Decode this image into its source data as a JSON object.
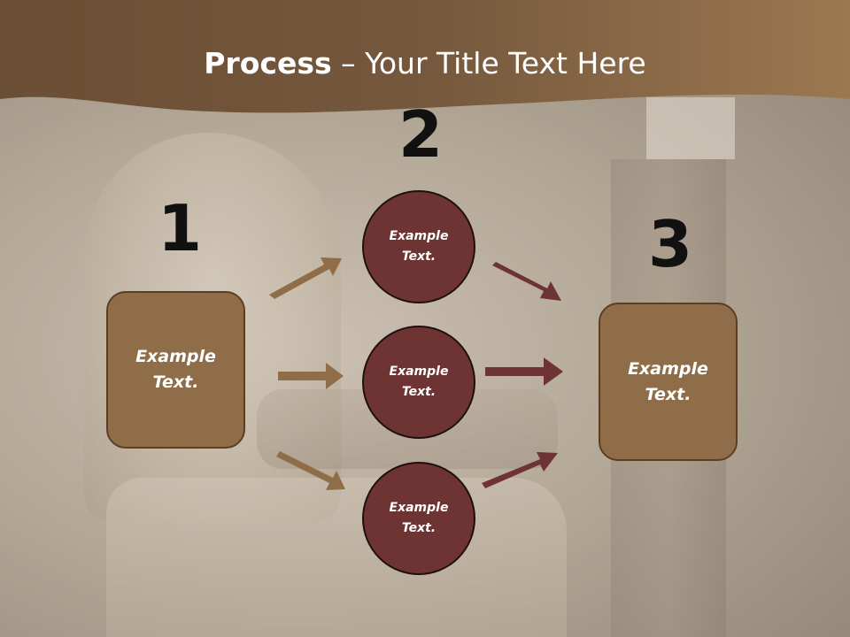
{
  "slide": {
    "title_bold": "Process",
    "title_rest": " – Your Title Text Here"
  },
  "steps": [
    {
      "number": "1",
      "box_line1": "Example",
      "box_line2": "Text."
    },
    {
      "number": "2"
    },
    {
      "number": "3",
      "box_line1": "Example",
      "box_line2": "Text."
    }
  ],
  "circles": [
    {
      "line1": "Example",
      "line2": "Text."
    },
    {
      "line1": "Example",
      "line2": "Text."
    },
    {
      "line1": "Example",
      "line2": "Text."
    }
  ],
  "colors": {
    "header_brown": "#6e5238",
    "box_fill": "#8f6d48",
    "circle_fill": "#6e3333",
    "arrow_left": "#8f6d48",
    "arrow_right": "#6e3333"
  }
}
